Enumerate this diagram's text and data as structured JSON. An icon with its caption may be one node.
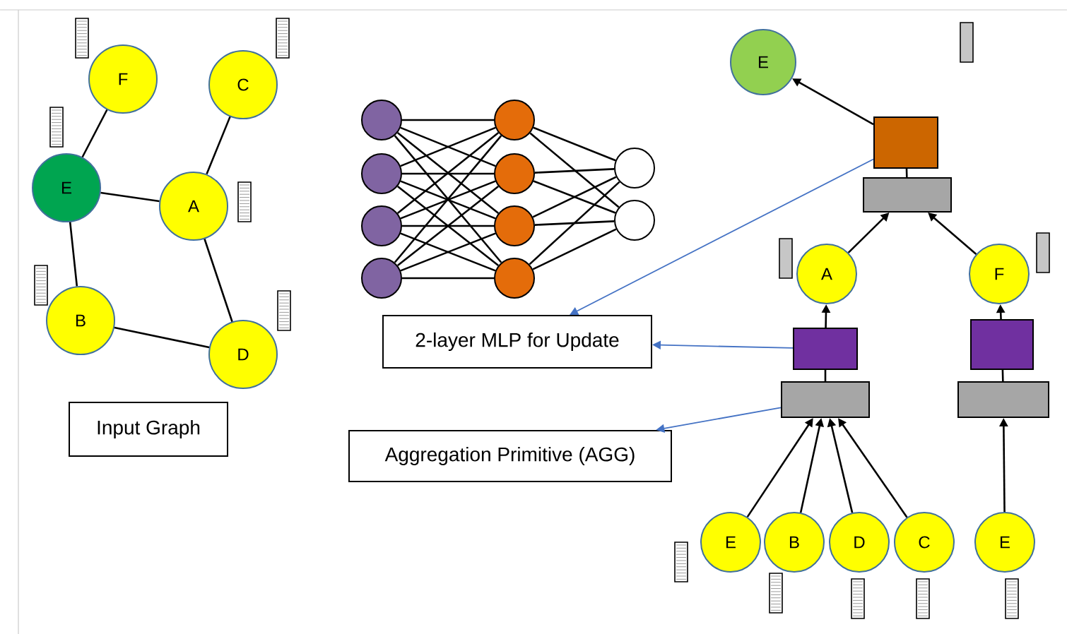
{
  "diagram": {
    "nodes": [
      {
        "text": [
          "F"
        ]
      },
      {
        "text": [
          "C"
        ]
      },
      {
        "text": [
          "E"
        ]
      },
      {
        "text": [
          "A"
        ]
      },
      {
        "text": [
          "B"
        ]
      },
      {
        "text": [
          "D"
        ]
      },
      {
        "text": [
          "Input Graph"
        ]
      },
      {
        "text": [],
        "shape": "circle"
      },
      {
        "text": [],
        "shape": "circle"
      },
      {
        "text": [],
        "shape": "circle"
      },
      {
        "text": [],
        "shape": "circle"
      },
      {
        "text": [],
        "shape": "circle"
      },
      {
        "text": [],
        "shape": "circle"
      },
      {
        "text": [],
        "shape": "circle"
      },
      {
        "text": [],
        "shape": "circle"
      },
      {
        "text": [],
        "shape": "circle"
      },
      {
        "text": [],
        "shape": "circle"
      },
      {
        "text": [
          "2-layer MLP for Update"
        ]
      },
      {
        "text": [
          "Aggregation Primitive (AGG)"
        ]
      },
      {
        "text": [
          "E"
        ]
      },
      {
        "text": [],
        "shape": "box"
      },
      {
        "text": [],
        "shape": "box"
      },
      {
        "text": [
          "A"
        ]
      },
      {
        "text": [
          "F"
        ]
      },
      {
        "text": [],
        "shape": "box"
      },
      {
        "text": [],
        "shape": "box"
      },
      {
        "text": [],
        "shape": "box"
      },
      {
        "text": [],
        "shape": "box"
      },
      {
        "text": [
          "E"
        ]
      },
      {
        "text": [
          "B"
        ]
      },
      {
        "text": [
          "D"
        ]
      },
      {
        "text": [
          "C"
        ]
      },
      {
        "text": [
          "E"
        ]
      }
    ],
    "edges": [
      {
        "from": 0,
        "to": 2,
        "arrow": "none"
      },
      {
        "from": 1,
        "to": 3,
        "arrow": "none"
      },
      {
        "from": 2,
        "to": 3,
        "arrow": "none"
      },
      {
        "from": 2,
        "to": 4,
        "arrow": "none"
      },
      {
        "from": 3,
        "to": 5,
        "arrow": "none"
      },
      {
        "from": 4,
        "to": 5,
        "arrow": "none"
      },
      {
        "from": 7,
        "to": 11,
        "arrow": "none"
      },
      {
        "from": 7,
        "to": 12,
        "arrow": "none"
      },
      {
        "from": 7,
        "to": 13,
        "arrow": "none"
      },
      {
        "from": 7,
        "to": 14,
        "arrow": "none"
      },
      {
        "from": 8,
        "to": 11,
        "arrow": "none"
      },
      {
        "from": 8,
        "to": 12,
        "arrow": "none"
      },
      {
        "from": 8,
        "to": 13,
        "arrow": "none"
      },
      {
        "from": 8,
        "to": 14,
        "arrow": "none"
      },
      {
        "from": 9,
        "to": 11,
        "arrow": "none"
      },
      {
        "from": 9,
        "to": 12,
        "arrow": "none"
      },
      {
        "from": 9,
        "to": 13,
        "arrow": "none"
      },
      {
        "from": 9,
        "to": 14,
        "arrow": "none"
      },
      {
        "from": 10,
        "to": 11,
        "arrow": "none"
      },
      {
        "from": 10,
        "to": 12,
        "arrow": "none"
      },
      {
        "from": 10,
        "to": 13,
        "arrow": "none"
      },
      {
        "from": 10,
        "to": 14,
        "arrow": "none"
      },
      {
        "from": 11,
        "to": 15,
        "arrow": "none"
      },
      {
        "from": 11,
        "to": 16,
        "arrow": "none"
      },
      {
        "from": 12,
        "to": 15,
        "arrow": "none"
      },
      {
        "from": 12,
        "to": 16,
        "arrow": "none"
      },
      {
        "from": 13,
        "to": 15,
        "arrow": "none"
      },
      {
        "from": 13,
        "to": 16,
        "arrow": "none"
      },
      {
        "from": 14,
        "to": 15,
        "arrow": "none"
      },
      {
        "from": 14,
        "to": 16,
        "arrow": "none"
      },
      {
        "from": 28,
        "to": 26,
        "arrow": "to"
      },
      {
        "from": 29,
        "to": 26,
        "arrow": "to"
      },
      {
        "from": 30,
        "to": 26,
        "arrow": "to"
      },
      {
        "from": 31,
        "to": 26,
        "arrow": "to"
      },
      {
        "from": 32,
        "to": 27,
        "arrow": "to"
      },
      {
        "from": 26,
        "to": 24,
        "arrow": "none"
      },
      {
        "from": 24,
        "to": 22,
        "arrow": "to"
      },
      {
        "from": 27,
        "to": 25,
        "arrow": "none"
      },
      {
        "from": 25,
        "to": 23,
        "arrow": "to"
      },
      {
        "from": 22,
        "to": 21,
        "arrow": "to"
      },
      {
        "from": 23,
        "to": 21,
        "arrow": "to"
      },
      {
        "from": 21,
        "to": 20,
        "arrow": "none"
      },
      {
        "from": 20,
        "to": 19,
        "arrow": "to"
      },
      {
        "from": 20,
        "to": 17,
        "arrow": "to",
        "color": "#4472c4"
      },
      {
        "from": 24,
        "to": 17,
        "arrow": "to",
        "color": "#4472c4"
      },
      {
        "from": 26,
        "to": 18,
        "arrow": "to",
        "color": "#4472c4"
      }
    ]
  }
}
